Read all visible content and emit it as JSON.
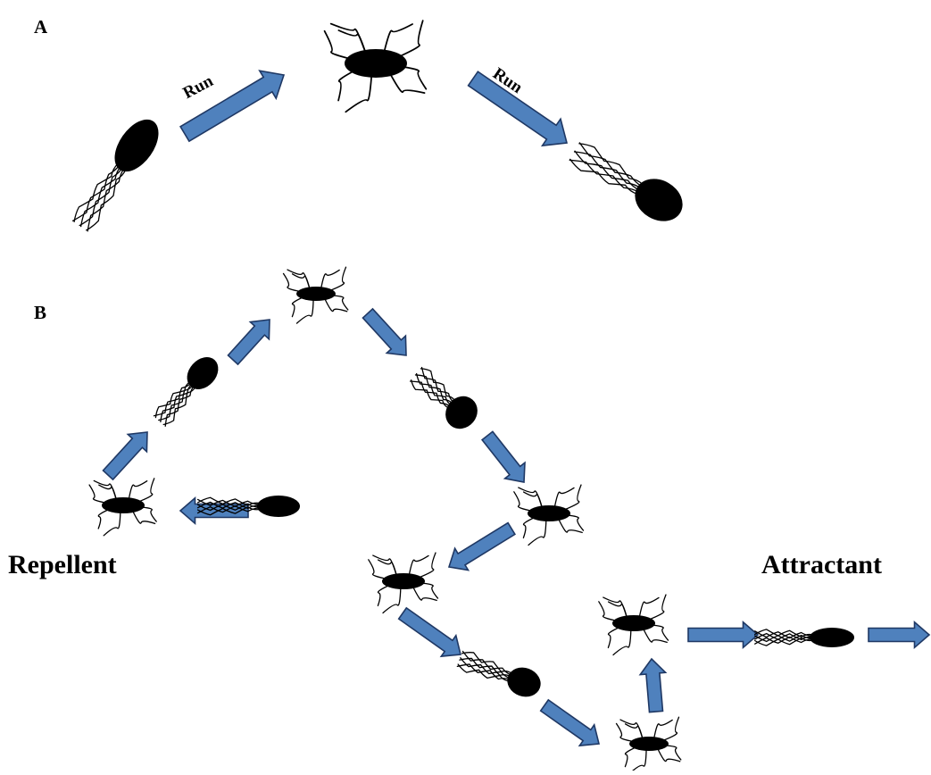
{
  "panels": {
    "a": {
      "label": "A",
      "run_label_1": "Run",
      "run_label_2": "Run"
    },
    "b": {
      "label": "B",
      "repellent_label": "Repellent",
      "attractant_label": "Attractant"
    }
  },
  "colors": {
    "arrow_fill": "#4f81bd",
    "arrow_stroke": "#1f3864",
    "cell_fill": "#000000",
    "background": "#ffffff"
  },
  "icons": [
    "bacterium-running-icon",
    "bacterium-tumbling-icon",
    "run-arrow-icon"
  ]
}
